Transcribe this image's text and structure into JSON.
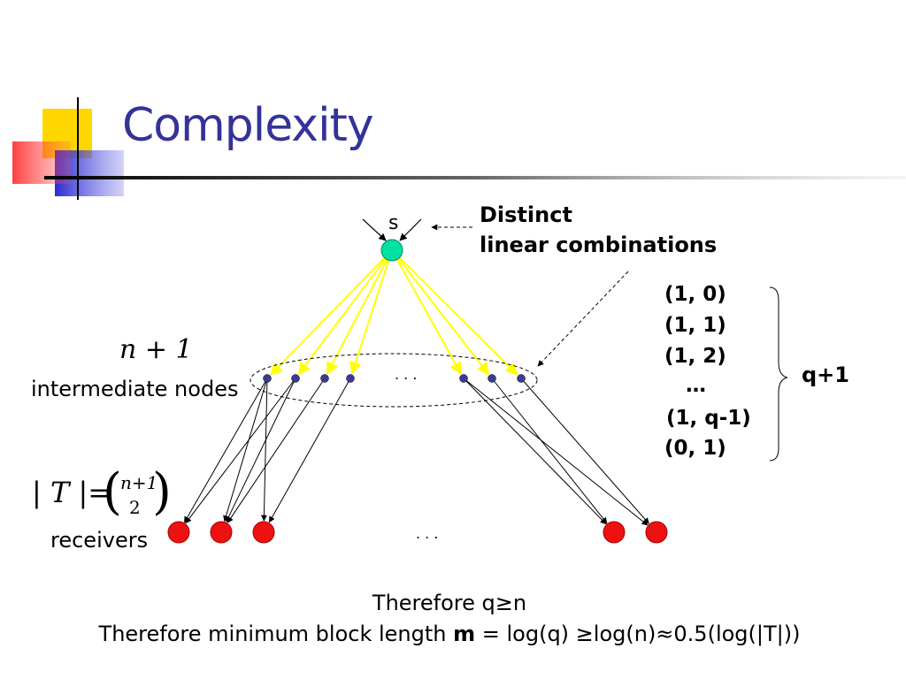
{
  "slide": {
    "title": "Complexity",
    "source_label": "s",
    "callout": {
      "line1": "Distinct",
      "line2": "linear combinations"
    },
    "combinations": [
      "(1, 0)",
      "(1, 1)",
      "(1, 2)",
      "…",
      "(1, q-1)",
      "(0, 1)"
    ],
    "brace_label": "q+1",
    "intermediate": {
      "formula": "n + 1",
      "label": "intermediate nodes",
      "ellipsis": ". . ."
    },
    "receivers": {
      "formula_lhs": "| T |=",
      "binom_top": "n+1",
      "binom_bottom": "2",
      "label": "receivers",
      "ellipsis": ". . ."
    },
    "conclusion": {
      "line1": "Therefore q≥n",
      "line2_prefix": "Therefore minimum block length ",
      "line2_bold": "m",
      "line2_suffix": " = log(q) ≥log(n)≈0.5(log(|T|))"
    },
    "colors": {
      "title": "#333399",
      "source_node": "#00e0a0",
      "intermediate_node": "#3a3a9a",
      "receiver_node": "#ee1111",
      "edge_highlight": "#ffff00",
      "decor_yellow": "#ffd700",
      "decor_red": "#ff3333",
      "decor_blue": "#3333cc"
    }
  }
}
